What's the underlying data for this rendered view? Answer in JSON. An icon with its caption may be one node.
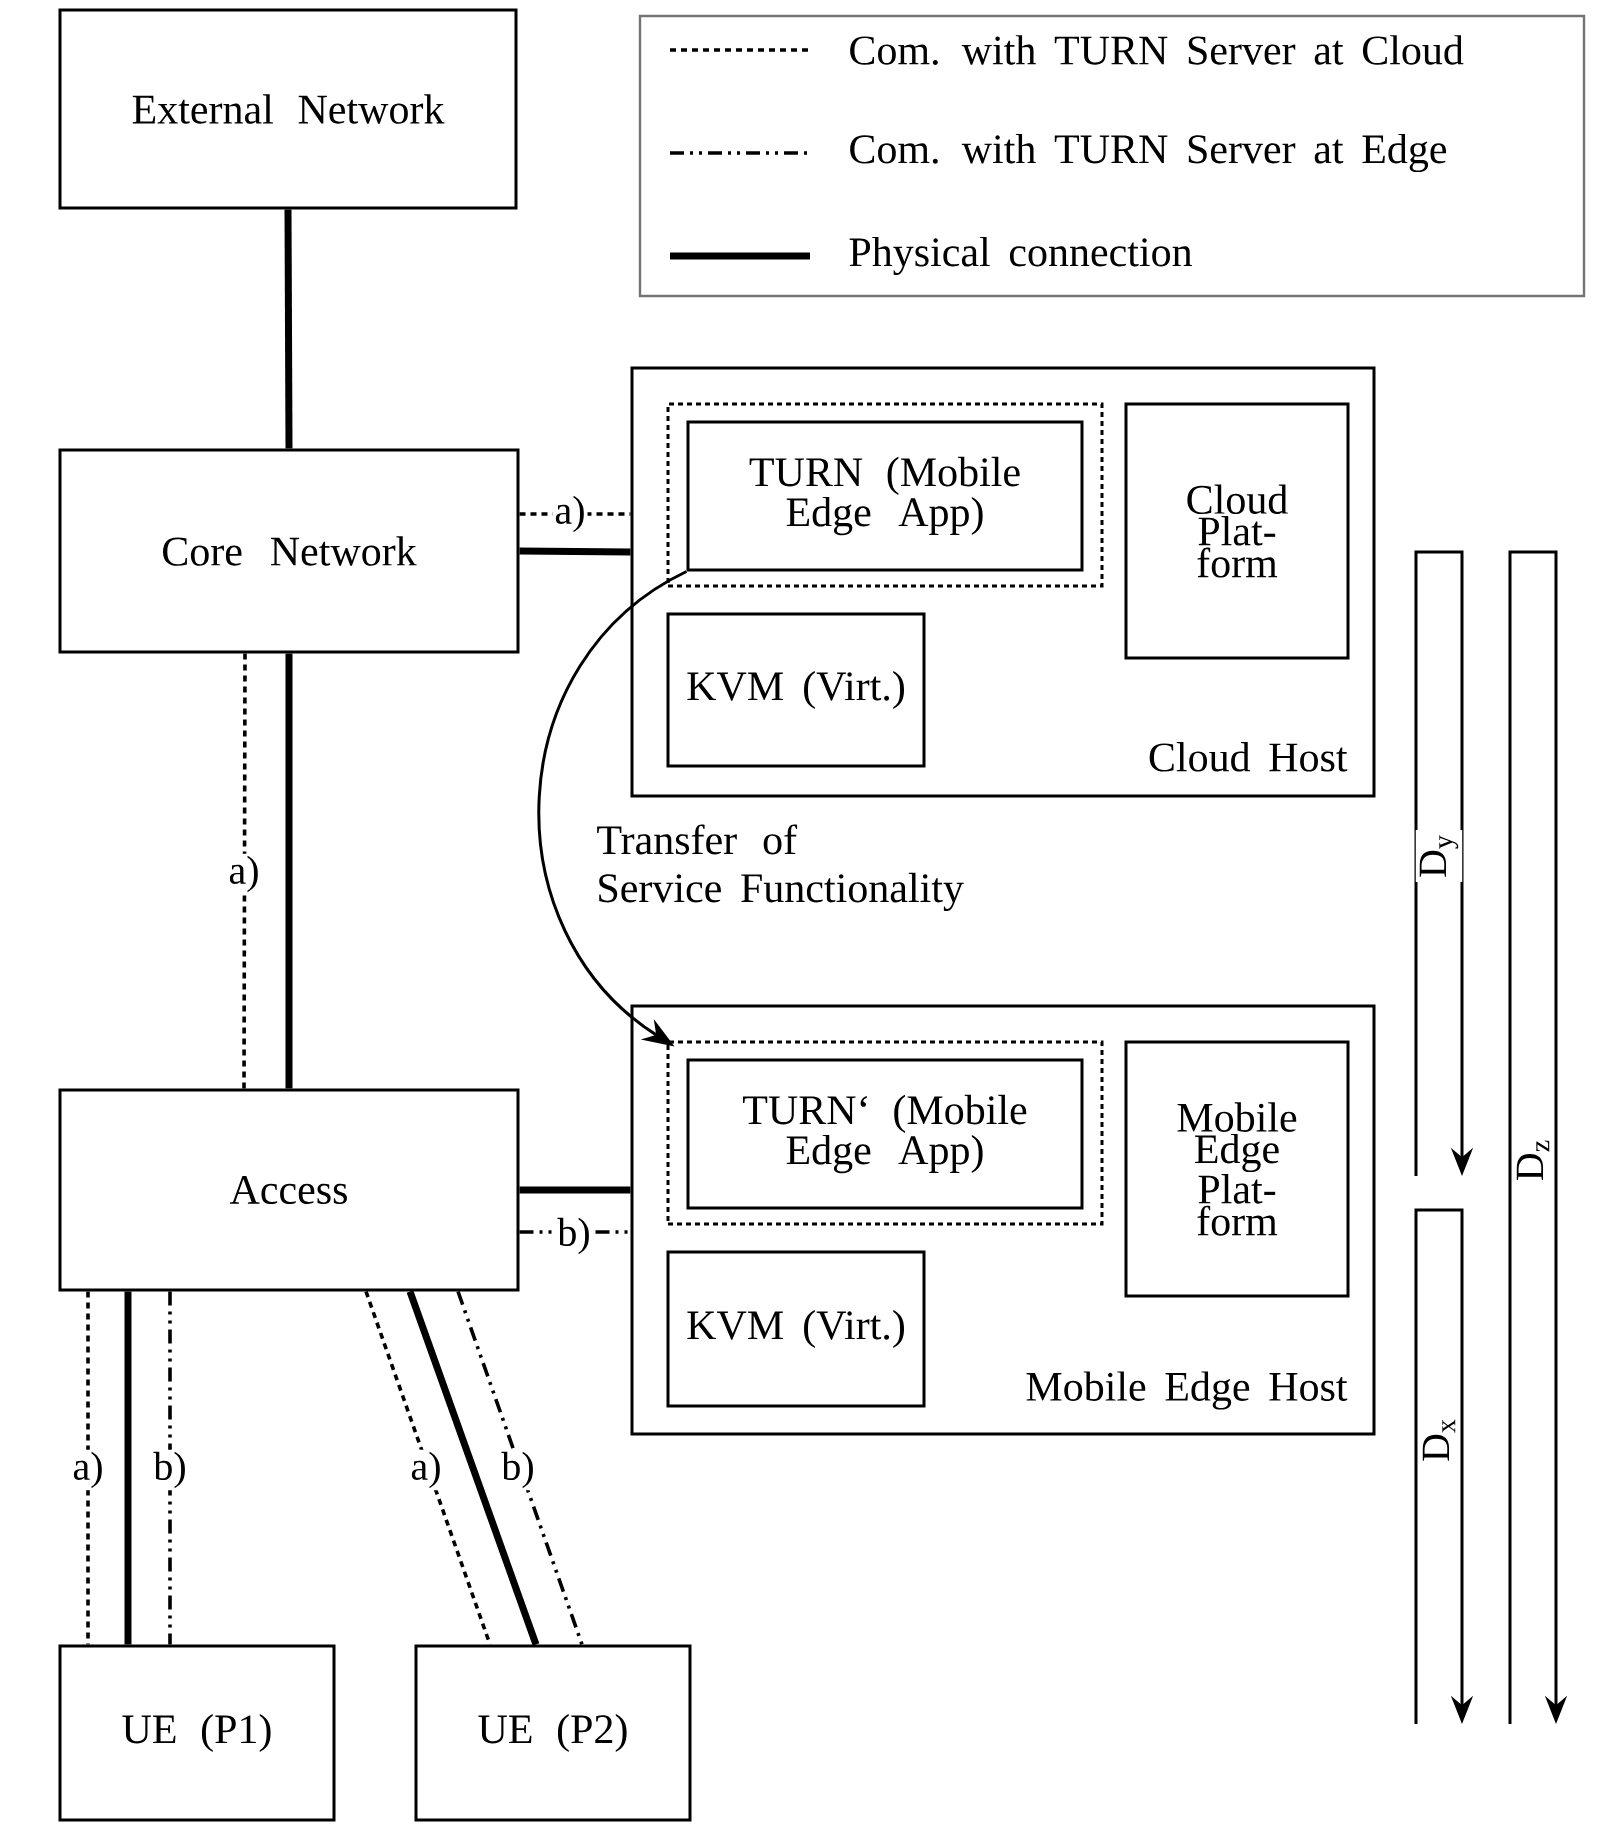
{
  "diagram": {
    "nodes": [
      {
        "text": [
          "External Network"
        ]
      },
      {
        "text": [
          "Core Network"
        ]
      },
      {
        "text": [
          "Cloud Host"
        ]
      },
      {
        "text": [],
        "shape": "box",
        "in": 2
      },
      {
        "text": [
          "TURN (Mobile Edge App)"
        ],
        "in": 3
      },
      {
        "text": [
          "KVM (Virt.)"
        ],
        "in": 2
      },
      {
        "text": [
          "Cloud Plat- form"
        ],
        "in": 2
      },
      {
        "text": [
          "Access"
        ]
      },
      {
        "text": [
          "Mobile Edge Host"
        ]
      },
      {
        "text": [],
        "shape": "box",
        "in": 8
      },
      {
        "text": [
          "TURN‘ (Mobile Edge App)"
        ],
        "in": 9
      },
      {
        "text": [
          "KVM (Virt.)"
        ],
        "in": 8
      },
      {
        "text": [
          "Mobile Edge Plat- form"
        ],
        "in": 8
      },
      {
        "text": [
          "UE (P1)"
        ]
      },
      {
        "text": [
          "UE (P2)"
        ]
      }
    ],
    "edges": [
      {
        "from": 0,
        "to": 1,
        "arrow": "none",
        "style": "thick"
      },
      {
        "from": 1,
        "to": 2,
        "arrow": "none",
        "style": "thick"
      },
      {
        "from": 1,
        "to": 2,
        "arrow": "none",
        "style": "dashed",
        "label": "a)"
      },
      {
        "from": 1,
        "to": 7,
        "arrow": "none",
        "style": "thick"
      },
      {
        "from": 1,
        "to": 7,
        "arrow": "none",
        "style": "dashed",
        "label": "a)"
      },
      {
        "from": 7,
        "to": 8,
        "arrow": "none",
        "style": "thick"
      },
      {
        "from": 7,
        "to": 8,
        "arrow": "none",
        "style": "dashed",
        "label": "b)"
      },
      {
        "from": 7,
        "to": 13,
        "arrow": "none",
        "style": "dashed",
        "label": "a)"
      },
      {
        "from": 7,
        "to": 13,
        "arrow": "none",
        "style": "thick"
      },
      {
        "from": 7,
        "to": 13,
        "arrow": "none",
        "style": "dashed",
        "label": "b)"
      },
      {
        "from": 7,
        "to": 14,
        "arrow": "none",
        "style": "dashed",
        "label": "a)"
      },
      {
        "from": 7,
        "to": 14,
        "arrow": "none",
        "style": "thick"
      },
      {
        "from": 7,
        "to": 14,
        "arrow": "none",
        "style": "dashed",
        "label": "b)"
      },
      {
        "from": 4,
        "to": 10,
        "arrow": "to",
        "label": "Transfer of Service Functionality"
      }
    ],
    "labels": [
      "D$_{y}$",
      "D$_{z}$",
      "D$_{x}$"
    ],
    "legend": [
      {
        "text": "Com. with TURN Server at Cloud"
      },
      {
        "text": "Com. with TURN Server at Edge"
      },
      {
        "text": "Physical connection"
      }
    ]
  }
}
